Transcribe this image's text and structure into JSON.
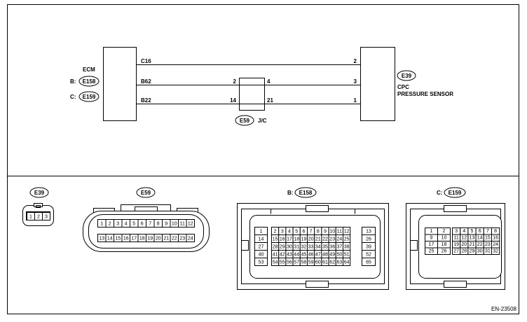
{
  "schematic": {
    "ecm": {
      "label": "ECM",
      "connectors": [
        {
          "prefix": "B:",
          "code": "E158"
        },
        {
          "prefix": "C:",
          "code": "E159"
        }
      ]
    },
    "sensor": {
      "connector": "E39",
      "name_line1": "CPC",
      "name_line2": "PRESSURE SENSOR"
    },
    "jc": {
      "connector": "E59",
      "label": "J/C"
    },
    "wires": [
      {
        "ecm_pin": "C16",
        "jc_in": "",
        "jc_out": "",
        "sensor_pin": "2"
      },
      {
        "ecm_pin": "B62",
        "jc_in": "2",
        "jc_out": "4",
        "sensor_pin": "3"
      },
      {
        "ecm_pin": "B22",
        "jc_in": "14",
        "jc_out": "21",
        "sensor_pin": "1"
      }
    ]
  },
  "connector_views": {
    "e39": {
      "code": "E39",
      "pins": [
        "1",
        "2",
        "3"
      ]
    },
    "e59": {
      "code": "E59",
      "row1": [
        "1",
        "2",
        "3",
        "4",
        "5",
        "6",
        "7",
        "8",
        "9",
        "10",
        "11",
        "12"
      ],
      "row2": [
        "13",
        "14",
        "15",
        "16",
        "17",
        "18",
        "19",
        "20",
        "21",
        "22",
        "23",
        "24"
      ]
    },
    "e158": {
      "prefix": "B:",
      "code": "E158",
      "left_col": [
        "1",
        "14",
        "27",
        "40",
        "53"
      ],
      "grid": [
        [
          "2",
          "3",
          "4",
          "5",
          "6",
          "7",
          "8",
          "9",
          "10",
          "11",
          "12"
        ],
        [
          "15",
          "16",
          "17",
          "18",
          "19",
          "20",
          "21",
          "22",
          "23",
          "24",
          "25"
        ],
        [
          "28",
          "29",
          "30",
          "31",
          "32",
          "33",
          "34",
          "35",
          "36",
          "37",
          "38"
        ],
        [
          "41",
          "42",
          "43",
          "44",
          "45",
          "46",
          "47",
          "48",
          "49",
          "50",
          "51"
        ],
        [
          "54",
          "55",
          "56",
          "57",
          "58",
          "59",
          "60",
          "61",
          "62",
          "63",
          "64"
        ]
      ],
      "right_col": [
        "13",
        "26",
        "39",
        "52",
        "65"
      ]
    },
    "e159": {
      "prefix": "C:",
      "code": "E159",
      "left_block": [
        [
          "1",
          "2"
        ],
        [
          "9",
          "10"
        ],
        [
          "17",
          "18"
        ],
        [
          "25",
          "26"
        ]
      ],
      "right_block": [
        [
          "3",
          "4",
          "5",
          "6",
          "7",
          "8"
        ],
        [
          "11",
          "12",
          "13",
          "14",
          "15",
          "16"
        ],
        [
          "19",
          "20",
          "21",
          "22",
          "23",
          "24"
        ],
        [
          "27",
          "28",
          "29",
          "30",
          "31",
          "32"
        ]
      ]
    }
  },
  "footer": {
    "code": "EN-23508"
  }
}
